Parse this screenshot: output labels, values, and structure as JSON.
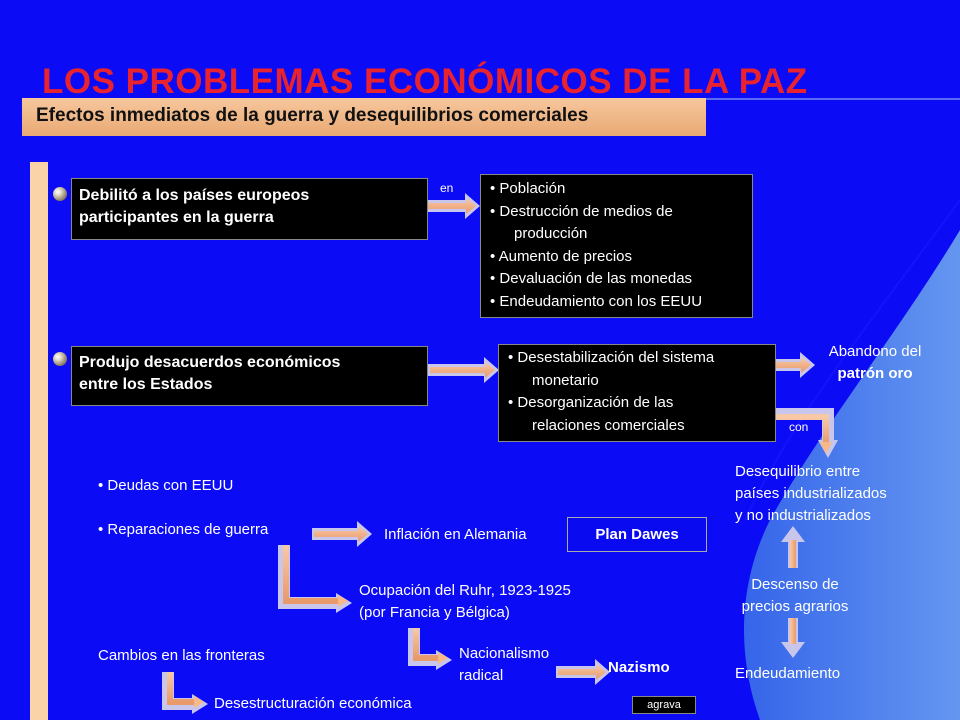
{
  "title": "LOS PROBLEMAS ECONÓMICOS DE LA PAZ",
  "subtitle": "Efectos inmediatos de la guerra y desequilibrios comerciales",
  "box1": {
    "line1": "Debilitó a los países europeos",
    "line2": "participantes en la guerra"
  },
  "connector_en": "en",
  "effects_list": [
    {
      "line1": "Población",
      "line2": ""
    },
    {
      "line1": "Destrucción de medios de",
      "line2": "producción"
    },
    {
      "line1": "Aumento de precios",
      "line2": ""
    },
    {
      "line1": "Devaluación de las monedas",
      "line2": ""
    },
    {
      "line1": "Endeudamiento con los EEUU",
      "line2": ""
    }
  ],
  "box2": {
    "line1": "Produjo desacuerdos económicos",
    "line2": "entre los Estados"
  },
  "disagreement_list": [
    {
      "line1": "Desestabilización del sistema",
      "line2": "monetario"
    },
    {
      "line1": "Desorganización de las",
      "line2": "relaciones comerciales"
    }
  ],
  "abandono": {
    "line1": "Abandono del",
    "line2": "patrón oro"
  },
  "connector_con": "con",
  "desequilibrio": [
    "Desequilibrio entre",
    "países industrializados",
    "y no industrializados"
  ],
  "descenso": [
    "Descenso de",
    "precios agrarios"
  ],
  "endeudamiento": "Endeudamiento",
  "deudas": "Deudas con EEUU",
  "reparaciones": "Reparaciones de guerra",
  "inflacion": "Inflación en Alemania",
  "plan_dawes": "Plan Dawes",
  "ocupacion": [
    "Ocupación del Ruhr, 1923-1925",
    "(por Francia y Bélgica)"
  ],
  "nacionalismo": [
    "Nacionalismo",
    "radical"
  ],
  "nazismo": "Nazismo",
  "agrava": "agrava",
  "cambios": "Cambios en las fronteras",
  "desestructuracion": "Desestructuración económica",
  "colors": {
    "background": "#0b0bf5",
    "title": "#e8222e",
    "accent_peach": "#fbd3a9",
    "arrow_lavender": "#c9c6ee",
    "arrow_peach": "#f7b98a",
    "swoosh": "#4d86ea"
  }
}
